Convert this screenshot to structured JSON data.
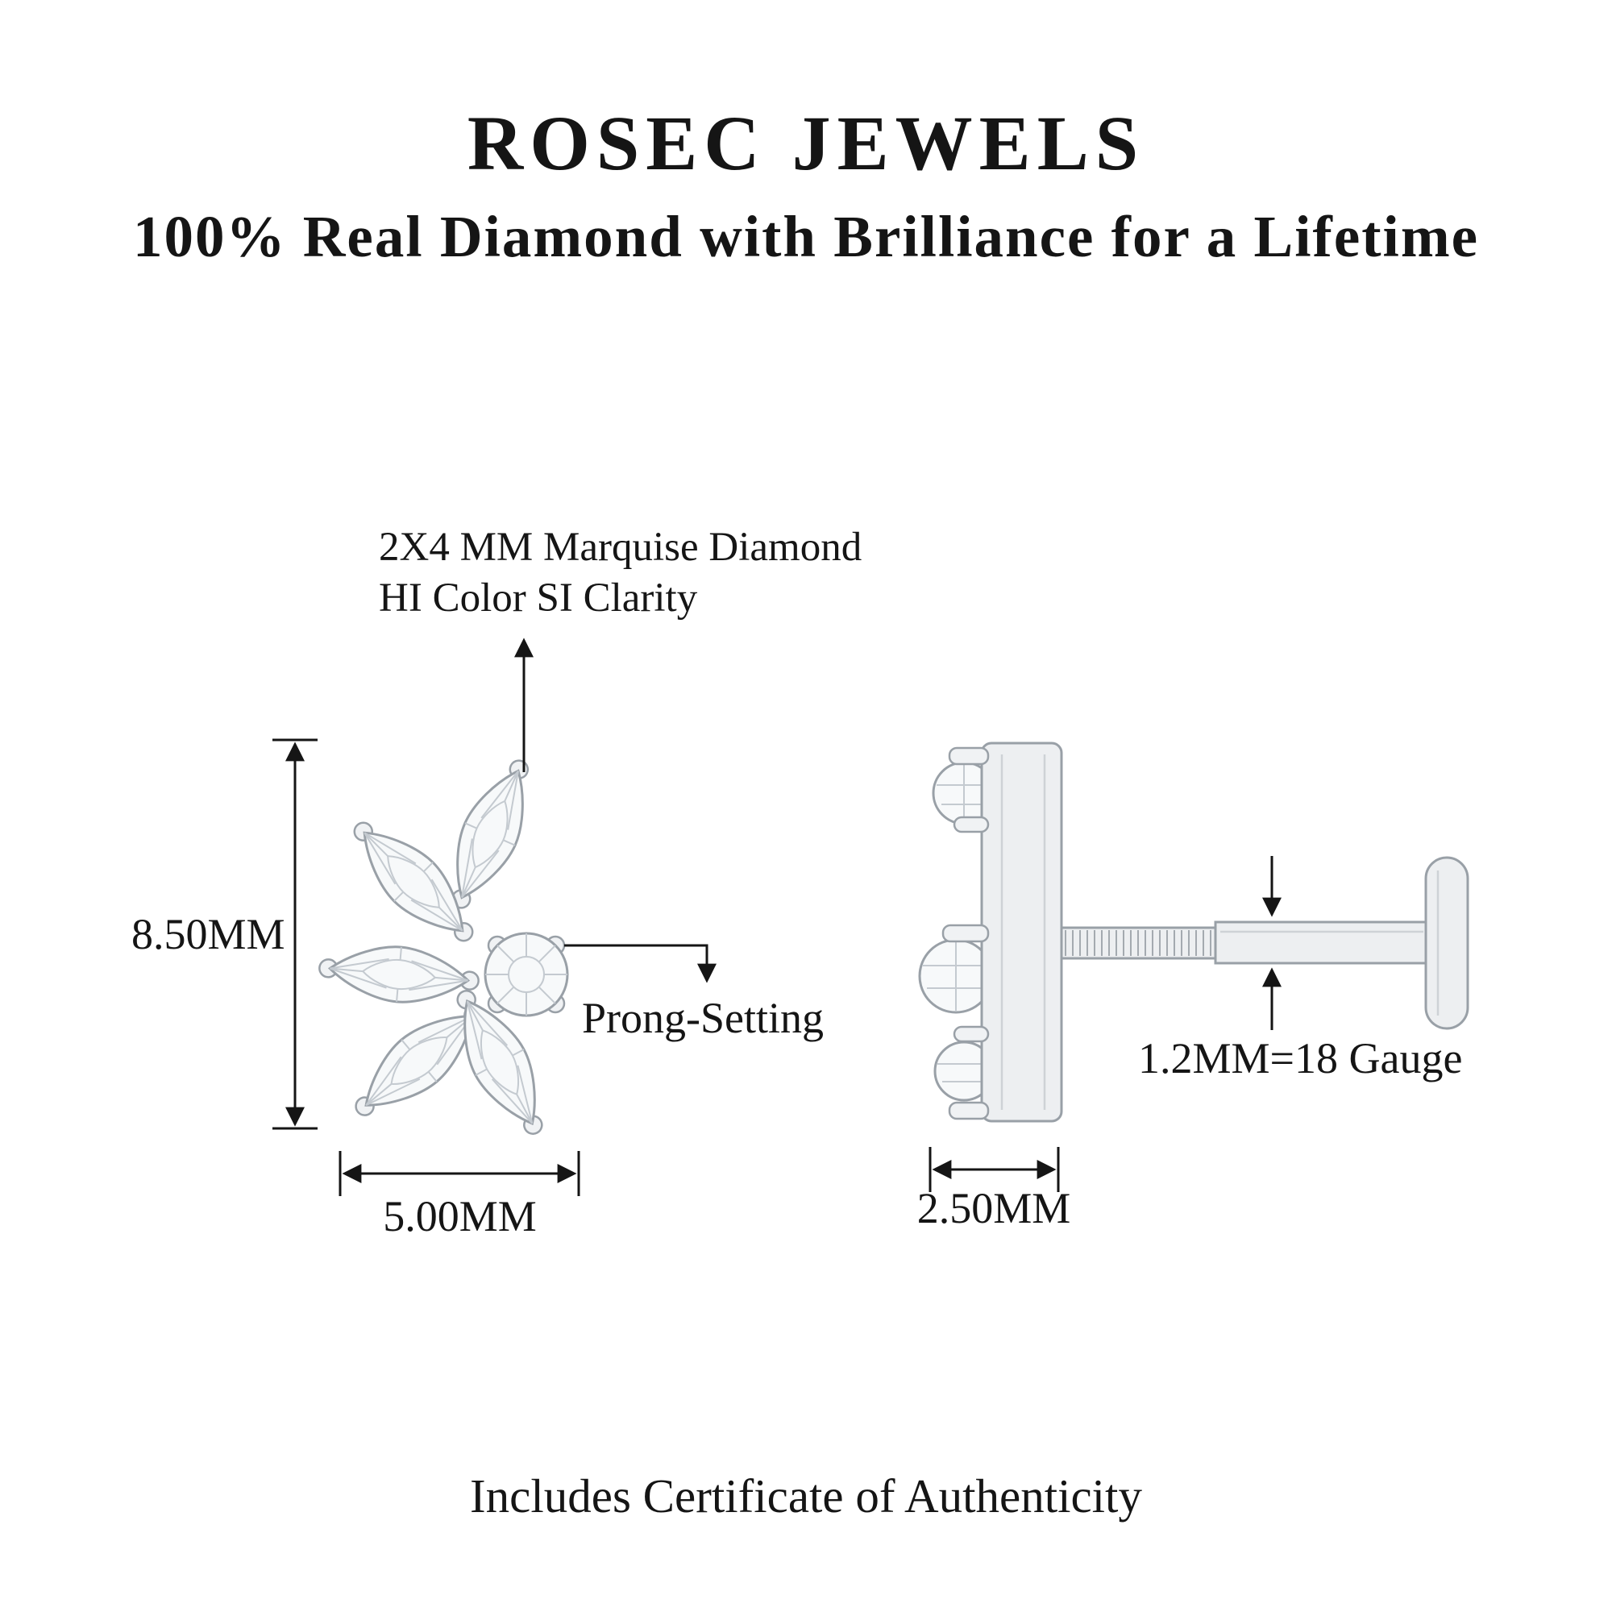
{
  "header": {
    "brand": "ROSEC JEWELS",
    "tagline": "100% Real Diamond with Brilliance for a Lifetime"
  },
  "front_view": {
    "spec_line1": "2X4 MM Marquise Diamond",
    "spec_line2": "HI Color SI Clarity",
    "height_dimension": "8.50MM",
    "width_dimension": "5.00MM",
    "setting_label": "Prong-Setting"
  },
  "side_view": {
    "gauge_label": "1.2MM=18 Gauge",
    "width_dimension": "2.50MM"
  },
  "footer": {
    "certificate_note": "Includes Certificate of Authenticity"
  },
  "colors": {
    "text": "#151515",
    "line": "#151515",
    "metal_stroke": "#99a0a7",
    "metal_fill": "#edeff1",
    "stone_fill": "#f7f9fa",
    "facet_line": "#c4cad0",
    "background": "#ffffff"
  }
}
